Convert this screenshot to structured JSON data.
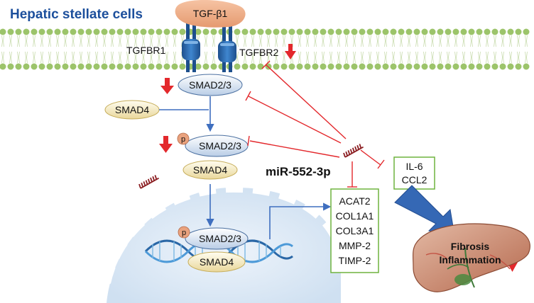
{
  "title": "Hepatic stellate cells",
  "ligand": "TGF-β1",
  "receptors": {
    "r1": "TGFBR1",
    "r2": "TGFBR2"
  },
  "smads": {
    "membrane_smad": "SMAD2/3",
    "free_smad4": "SMAD4",
    "complex_smad23": "SMAD2/3",
    "complex_smad4": "SMAD4",
    "nuclear_smad23": "SMAD2/3",
    "nuclear_smad4": "SMAD4",
    "phospho": "p"
  },
  "mirna": "miR-552-3p",
  "cytokines": [
    "IL-6",
    "CCL2"
  ],
  "genes": [
    "ACAT2",
    "COL1A1",
    "COL3A1",
    "MMP-2",
    "TIMP-2"
  ],
  "outcome": [
    "Fibrosis",
    "Inflammation"
  ],
  "colors": {
    "inhibit": "#e3282c",
    "arrow": "#3f6fbf",
    "box_border": "#6fb33e",
    "membrane": "#9cc46a",
    "nucleus": "#d8e7f5",
    "smad23": "#dbe6f4",
    "smad4": "#f5ebc6"
  }
}
